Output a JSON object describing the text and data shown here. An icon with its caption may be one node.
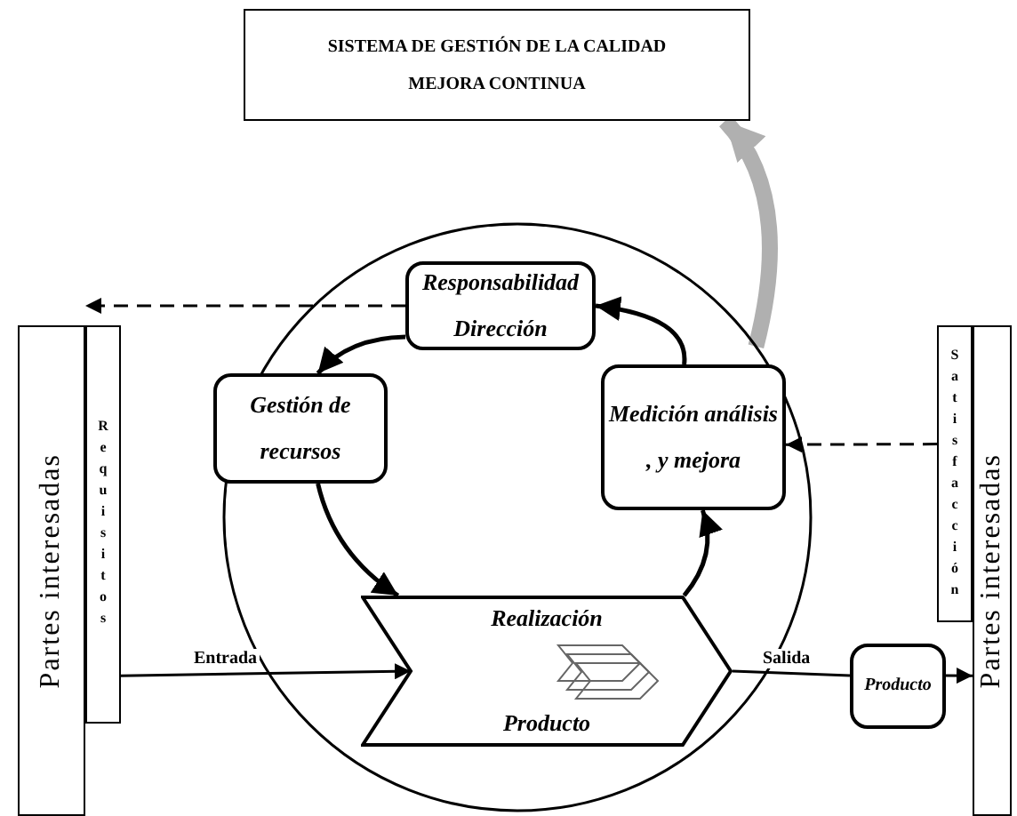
{
  "diagram": {
    "nodes": [
      {
        "text": [
          "SISTEMA DE GESTIÓN DE LA CALIDAD",
          "MEJORA CONTINUA"
        ]
      },
      {
        "text": [],
        "shape": "circle"
      },
      {
        "text": [
          "Partes interesadas"
        ]
      },
      {
        "text": [
          "Requisitos"
        ]
      },
      {
        "text": [
          "Responsabilidad Dirección"
        ],
        "in": 1
      },
      {
        "text": [
          "Gestión de recursos"
        ],
        "in": 1
      },
      {
        "text": [
          "Medición análisis , y mejora"
        ],
        "in": 1
      },
      {
        "text": [
          "Realización",
          "Producto"
        ],
        "in": 1
      },
      {
        "text": [
          "Satisfacción"
        ]
      },
      {
        "text": [
          "Partes interesadas"
        ]
      },
      {
        "text": [
          "Producto"
        ]
      }
    ],
    "edges": [
      {
        "from": 1,
        "to": 0,
        "arrow": "to",
        "style": "thick",
        "color": "#b0b0b0"
      },
      {
        "from": 4,
        "to": 2,
        "arrow": "to",
        "style": "dashed"
      },
      {
        "from": 8,
        "to": 6,
        "arrow": "to",
        "style": "dashed"
      },
      {
        "from": 4,
        "to": 5,
        "arrow": "to"
      },
      {
        "from": 5,
        "to": 7,
        "arrow": "to"
      },
      {
        "from": 7,
        "to": 6,
        "arrow": "to"
      },
      {
        "from": 6,
        "to": 4,
        "arrow": "to"
      },
      {
        "from": 3,
        "to": 7,
        "arrow": "to",
        "label": "Entrada"
      },
      {
        "from": 7,
        "to": 10,
        "arrow": "none",
        "label": "Salida"
      },
      {
        "from": 10,
        "to": 9,
        "arrow": "to"
      }
    ]
  }
}
